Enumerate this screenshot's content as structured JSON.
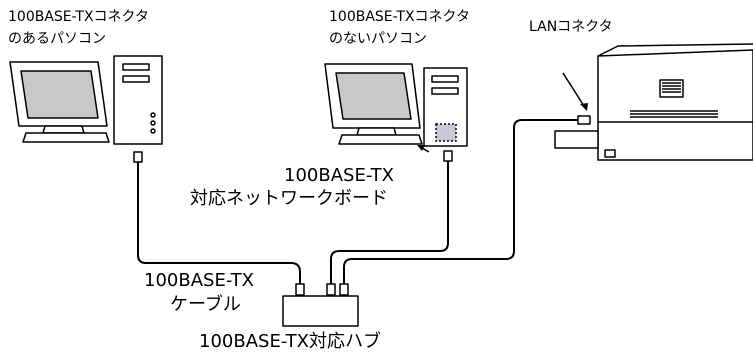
{
  "labels": {
    "pc_with_connector": [
      "100BASE-TXコネクタ",
      "のあるパソコン"
    ],
    "pc_without_connector": [
      "100BASE-TXコネクタ",
      "のないパソコン"
    ],
    "lan_connector": "LANコネクタ",
    "network_board": [
      "100BASE-TX",
      "対応ネットワークボード"
    ],
    "cable": [
      "100BASE-TX",
      "ケーブル"
    ],
    "hub": "100BASE-TX対応ハブ"
  },
  "colors": {
    "line": "#000000",
    "monitor_fill": "#ffffff",
    "screen_fill": "#c8c8c8",
    "board_fill": "#c8c8d8",
    "device_fill": "#ffffff"
  },
  "icons": {
    "pc1_monitor": "monitor-icon",
    "pc1_tower": "tower-pc-icon",
    "pc2_monitor": "monitor-icon",
    "pc2_tower": "tower-pc-icon",
    "printer": "laser-printer-icon",
    "hub": "network-hub-icon"
  }
}
